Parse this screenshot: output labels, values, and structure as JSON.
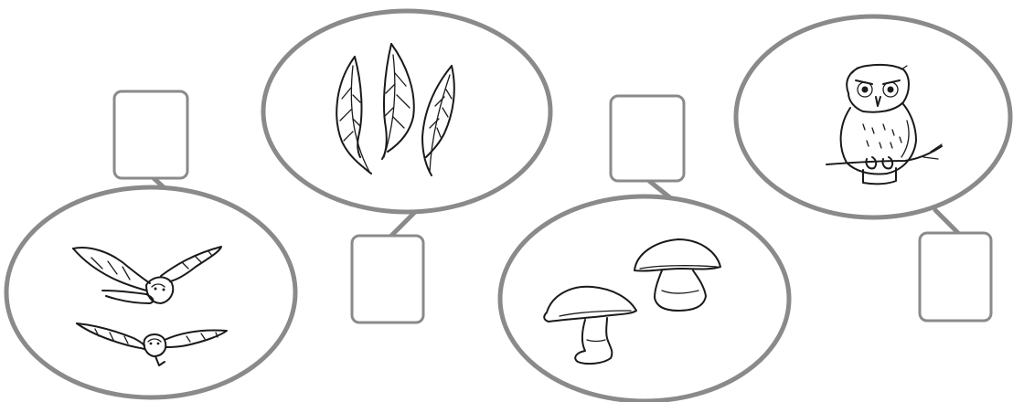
{
  "worksheet": {
    "answer_boxes": [
      {
        "id": "box-1",
        "value": ""
      },
      {
        "id": "box-2",
        "value": ""
      },
      {
        "id": "box-3",
        "value": ""
      },
      {
        "id": "box-4",
        "value": ""
      },
      {
        "id": "box-5",
        "value": ""
      },
      {
        "id": "box-6",
        "value": ""
      }
    ],
    "pictures": [
      {
        "icon": "flying-owls-icon"
      },
      {
        "icon": "willow-leaves-icon"
      },
      {
        "icon": "mushrooms-icon"
      },
      {
        "icon": "perched-owl-icon"
      }
    ],
    "colors": {
      "outline": "#8a8a8a",
      "ink": "#1a1a1a",
      "background": "#ffffff"
    }
  }
}
